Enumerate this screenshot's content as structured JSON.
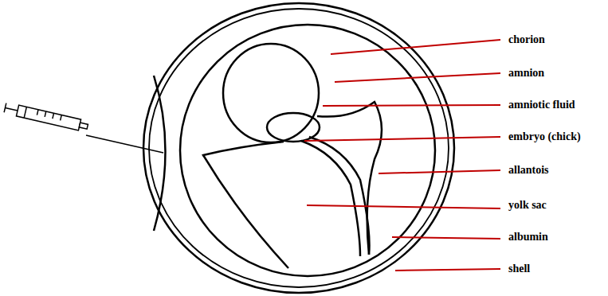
{
  "diagram": {
    "labels": [
      "chorion",
      "amnion",
      "amniotic fluid",
      "embryo (chick)",
      "allantois",
      "yolk sac",
      "albumin",
      "shell"
    ]
  }
}
